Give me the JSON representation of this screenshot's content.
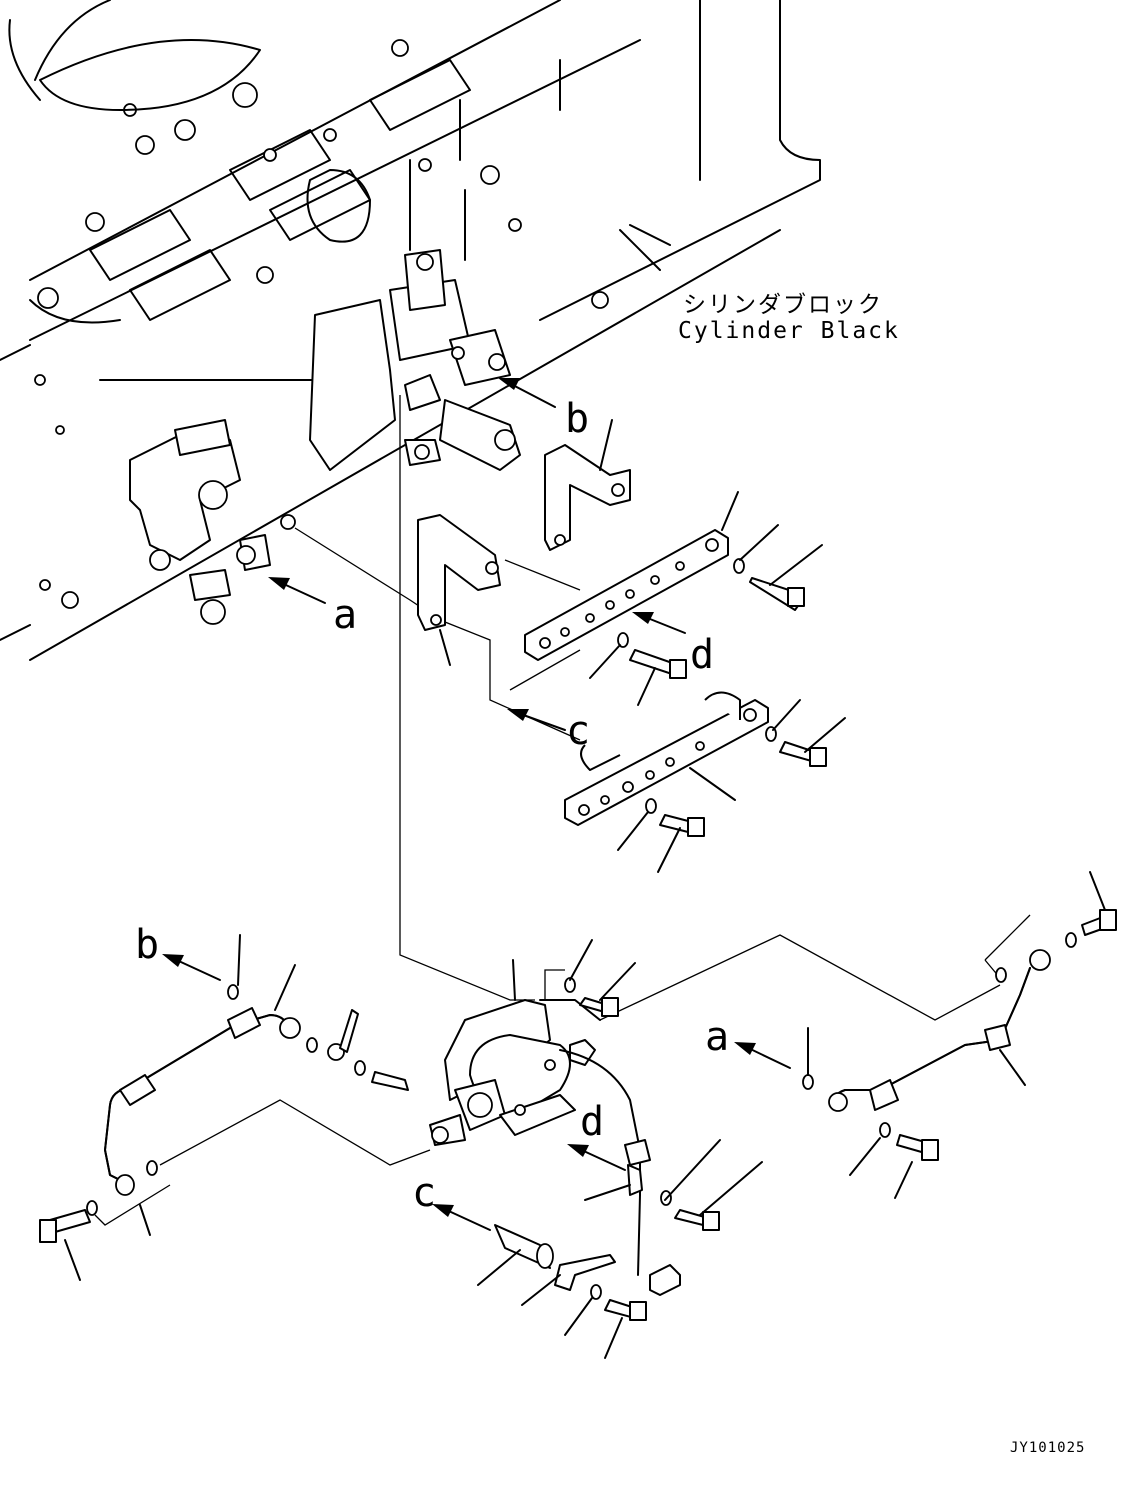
{
  "labels": {
    "cylinder_block_jp": "シリンダブロック",
    "cylinder_block_en": "Cylinder Black",
    "drawing_code": "JY101025"
  },
  "callouts": {
    "a_top": "a",
    "b_top": "b",
    "c_top": "c",
    "d_top": "d",
    "b_bottom": "b",
    "a_bottom": "a",
    "d_bottom": "d",
    "c_bottom": "c"
  }
}
